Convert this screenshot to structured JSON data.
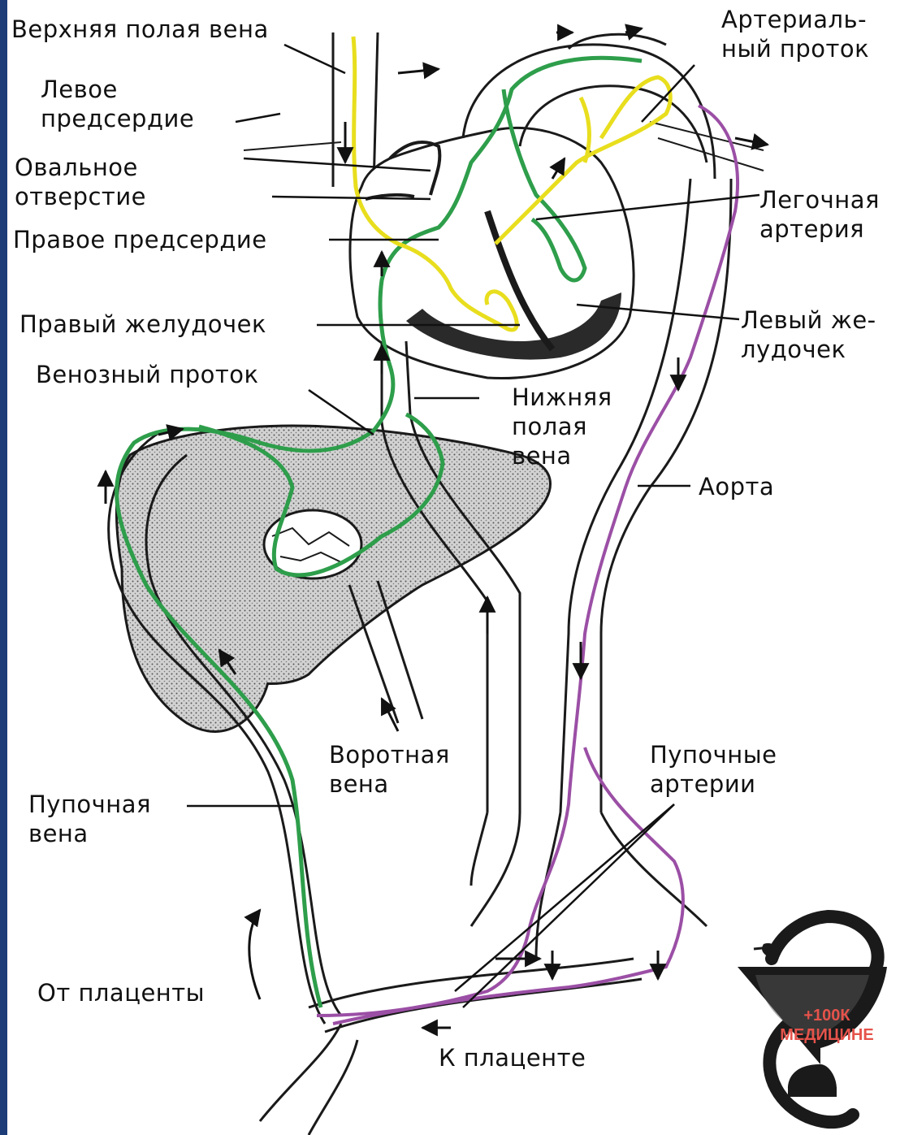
{
  "labels": {
    "superior_vena_cava": "Верхняя полая вена",
    "left_atrium": "Левое\nпредсердие",
    "foramen_ovale": "Овальное\nотверстие",
    "right_atrium": "Правое предсердие",
    "right_ventricle": "Правый желудочек",
    "ductus_venosus": "Венозный проток",
    "ductus_arteriosus": "Артериаль-\nный проток",
    "pulmonary_artery": "Легочная\nартерия",
    "left_ventricle": "Левый же-\nлудочек",
    "inferior_vena_cava": "Нижняя\nполая\nвена",
    "aorta": "Аорта",
    "portal_vein": "Воротная\nвена",
    "umbilical_arteries": "Пупочные\nартерии",
    "umbilical_vein": "Пупочная\nвена",
    "from_placenta": "От плаценты",
    "to_placenta": "К плаценте"
  },
  "watermark": {
    "text": "+100К\nМЕДИЦИНЕ",
    "icon": "bowl-of-hygieia-icon"
  },
  "colors": {
    "oxygenated_flow": "#2e9e4b",
    "mixed_flow": "#e8de1e",
    "deoxygenated_flow": "#9b4fa5",
    "outline": "#1a1a1a",
    "liver_fill": "#c8c8c8",
    "accent_strip": "#1d3c78",
    "watermark_text": "#e5534b"
  }
}
